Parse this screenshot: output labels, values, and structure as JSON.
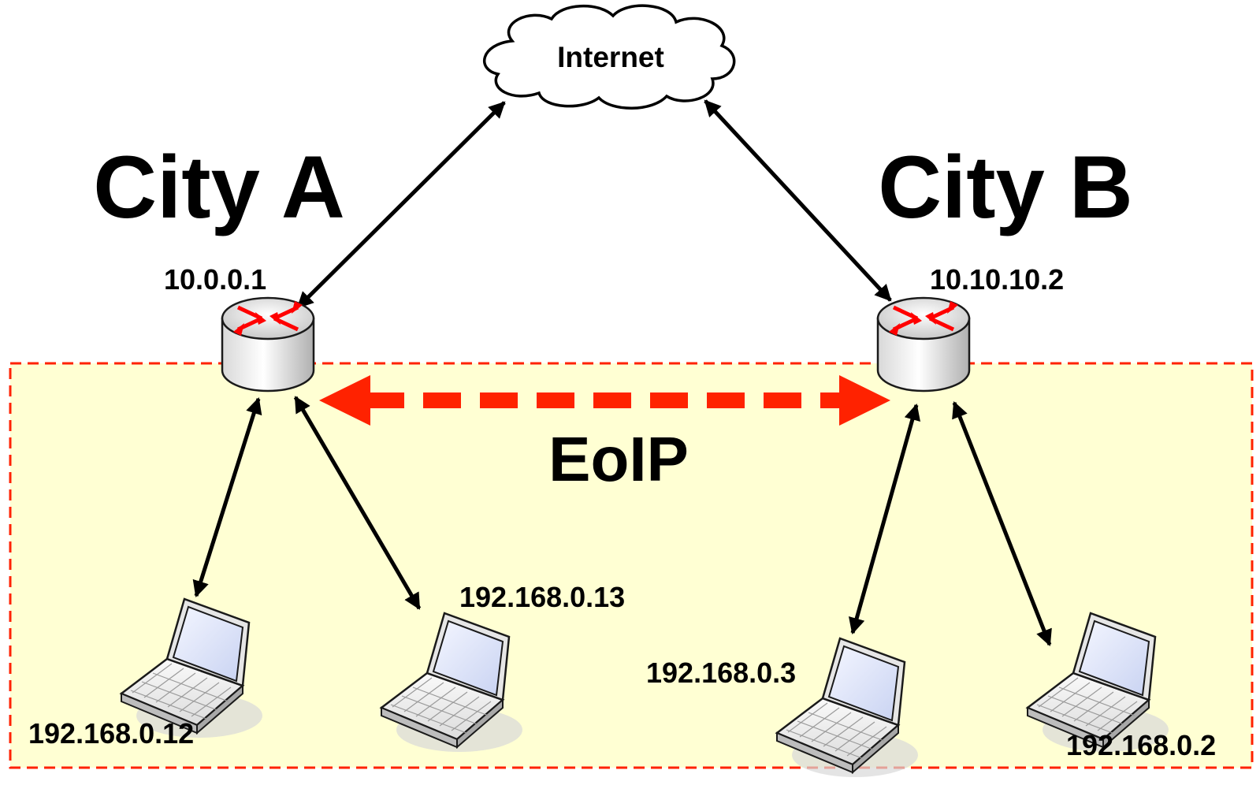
{
  "internet": {
    "label": "Internet"
  },
  "site_a": {
    "title": "City A",
    "router_ip": "10.0.0.1",
    "hosts": [
      "192.168.0.12",
      "192.168.0.13"
    ]
  },
  "site_b": {
    "title": "City B",
    "router_ip": "10.10.10.2",
    "hosts": [
      "192.168.0.3",
      "192.168.0.2"
    ]
  },
  "tunnel": {
    "label": "EoIP"
  },
  "colors": {
    "tunnel_zone_fill": "#ffffd3",
    "tunnel_zone_border": "#ff2200",
    "tunnel_arrow": "#ff2200",
    "router_arrows": "#ff0000",
    "links": "#000000"
  },
  "icons": {
    "internet": "cloud-icon",
    "router": "router-icon",
    "host": "laptop-icon"
  }
}
